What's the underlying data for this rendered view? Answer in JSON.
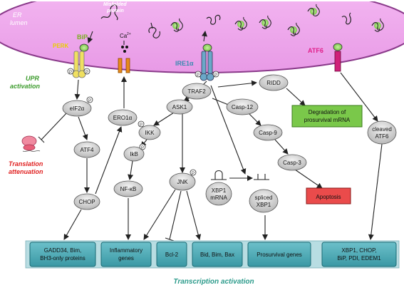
{
  "er": {
    "lumen_line1": "ER",
    "lumen_line2": "lumen",
    "misfolded_line1": "Misfolded",
    "misfolded_line2": "protein",
    "bip": "BiP",
    "perk": "PERK",
    "ca": "Ca",
    "ca_sup": "2+",
    "ire1": "IRE1α",
    "atf6": "ATF6"
  },
  "labels": {
    "upr_line1": "UPR",
    "upr_line2": "activation",
    "translation_line1": "Translation",
    "translation_line2": "attenuation",
    "transcription": "Transcription activation",
    "phospho": "P"
  },
  "nodes": {
    "eif2a": "eIF2α",
    "atf4": "ATF4",
    "chop": "CHOP",
    "ero1a": "ERO1α",
    "traf2": "TRAF2",
    "ask1": "ASK1",
    "ikk": "IKK",
    "ikb": "IkB",
    "nfkb": "NF-κB",
    "jnk": "JNK",
    "casp12": "Casp-12",
    "casp9": "Casp-9",
    "casp3": "Casp-3",
    "ridd": "RIDD",
    "xbp1_mrna_line1": "XBP1",
    "xbp1_mrna_line2": "mRNA",
    "spliced_line1": "spliced",
    "spliced_line2": "XBP1",
    "cleaved_line1": "cleaved",
    "cleaved_line2": "ATF6"
  },
  "boxes": {
    "degradation_line1": "Degradation of",
    "degradation_line2": "prosurvival mRNA",
    "apoptosis": "Apoptosis",
    "gadd34_line1": "GADD34, Bim,",
    "gadd34_line2": "BH3-only proteins",
    "inflammatory_line1": "Inflammatory",
    "inflammatory_line2": "genes",
    "bcl2": "Bcl-2",
    "bid": "Bid, Bim, Bax",
    "prosurvival": "Prosurvival genes",
    "xbp1_line1": "XBP1, CHOP,",
    "xbp1_line2": "BiP, PDI, EDEM1"
  },
  "colors": {
    "er_fill": "#f0a8ee",
    "node_fill": "#d9d9d9",
    "teal_box": "#48a8b4",
    "green_box": "#7ac84a",
    "red_box": "#ea4b4b",
    "upr_text": "#3a9a2a",
    "translation_text": "#e02020",
    "transcription_text": "#2a9a8a",
    "atf6_text": "#e0208a",
    "bip_text": "#7ab020",
    "ire1_text": "#3a8ab0",
    "perk_text": "#e8d000"
  }
}
